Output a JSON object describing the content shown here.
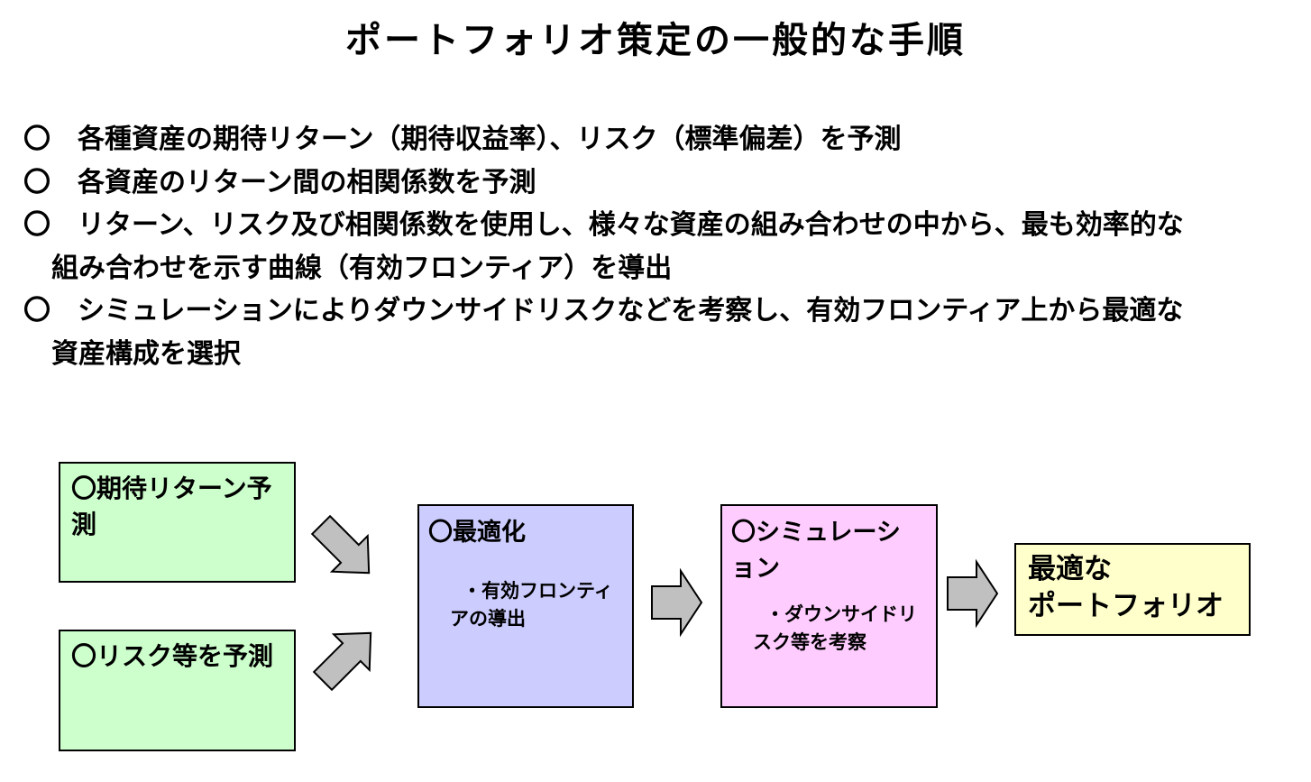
{
  "slide": {
    "title": "ポートフォリオ策定の一般的な手順",
    "bullets": [
      {
        "l1": "〇　各種資産の期待リターン（期待収益率）、リスク（標準偏差）を予測"
      },
      {
        "l1": "〇　各資産のリターン間の相関係数を予測"
      },
      {
        "l1": "〇　リターン、リスク及び相関係数を使用し、様々な資産の組み合わせの中から、最も効率的な",
        "l2": "組み合わせを示す曲線（有効フロンティア）を導出"
      },
      {
        "l1": "〇　シミュレーションによりダウンサイドリスクなどを考察し、有効フロンティア上から最適な",
        "l2": "資産構成を選択"
      }
    ],
    "flow": {
      "expected_return": {
        "line1": "〇期待リターン予",
        "line2": "測"
      },
      "risk": {
        "line1": "〇リスク等を予測"
      },
      "optimization": {
        "heading": "〇最適化",
        "sub1": "・有効フロンティ",
        "sub2": "アの導出"
      },
      "simulation": {
        "heading1": "〇シミュレーシ",
        "heading2": "ョン",
        "sub1": "・ダウンサイドリ",
        "sub2": "スク等を考察"
      },
      "optimal_portfolio": {
        "line1": "最適な",
        "line2": "ポートフォリオ"
      }
    },
    "colors": {
      "expected_return_bg": "#ccffcc",
      "risk_bg": "#ccffcc",
      "optimization_bg": "#ccccff",
      "simulation_bg": "#ffccff",
      "optimal_portfolio_bg": "#ffffcc",
      "arrow_fill": "#c0c0c0",
      "border": "#000000",
      "text": "#000000",
      "background": "#ffffff"
    }
  }
}
